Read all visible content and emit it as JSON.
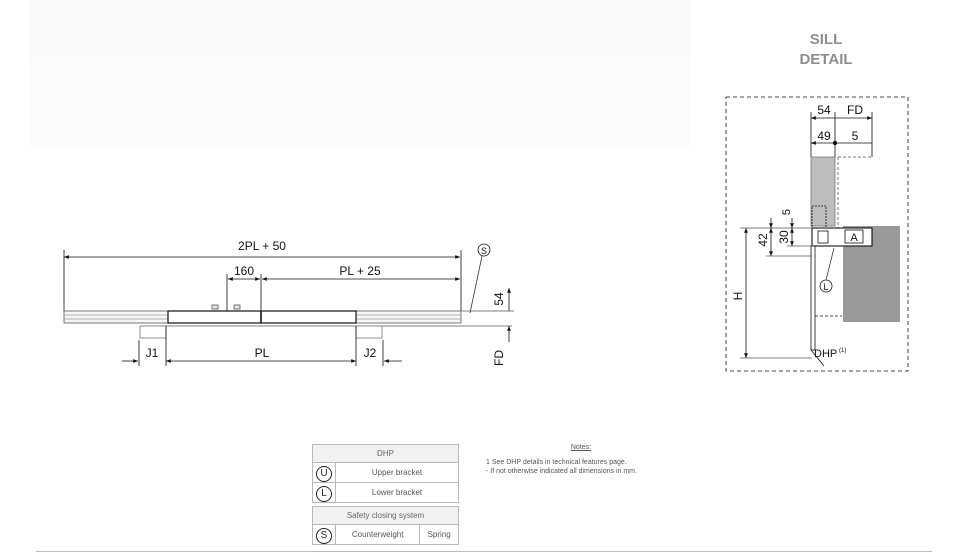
{
  "sill": {
    "title_line1": "SILL",
    "title_line2": "DETAIL"
  },
  "front": {
    "dim_total": "2PL + 50",
    "dim_160": "160",
    "dim_pl25": "PL + 25",
    "dim_54": "54",
    "dim_fd": "FD",
    "dim_j1": "J1",
    "dim_pl": "PL",
    "dim_j2": "J2",
    "symbol_s": "S"
  },
  "detail": {
    "dim_54": "54",
    "dim_fd": "FD",
    "dim_49": "49",
    "dim_5a": "5",
    "dim_5b": "5",
    "dim_42": "42",
    "dim_30": "30",
    "dim_h": "H",
    "label_a": "A",
    "symbol_l": "L",
    "dhp": "DHP",
    "dhp_sup": "(1)"
  },
  "table_dhp": {
    "header": "DHP",
    "rows": [
      {
        "symbol": "U",
        "label": "Upper bracket"
      },
      {
        "symbol": "L",
        "label": "Lower bracket"
      }
    ]
  },
  "table_safety": {
    "header": "Safety closing system",
    "symbol": "S",
    "option1": "Counterweight",
    "option2": "Spring"
  },
  "notes": {
    "title": "Notes:",
    "line1": "1  See DHP details in technical features page.",
    "line2": "-  If not otherwise indicated all dimensions in mm."
  },
  "colors": {
    "title_grey": "#8d8d8d",
    "line": "#111111",
    "wall": "#9a9a9a",
    "panel": "#bdbdbd"
  }
}
